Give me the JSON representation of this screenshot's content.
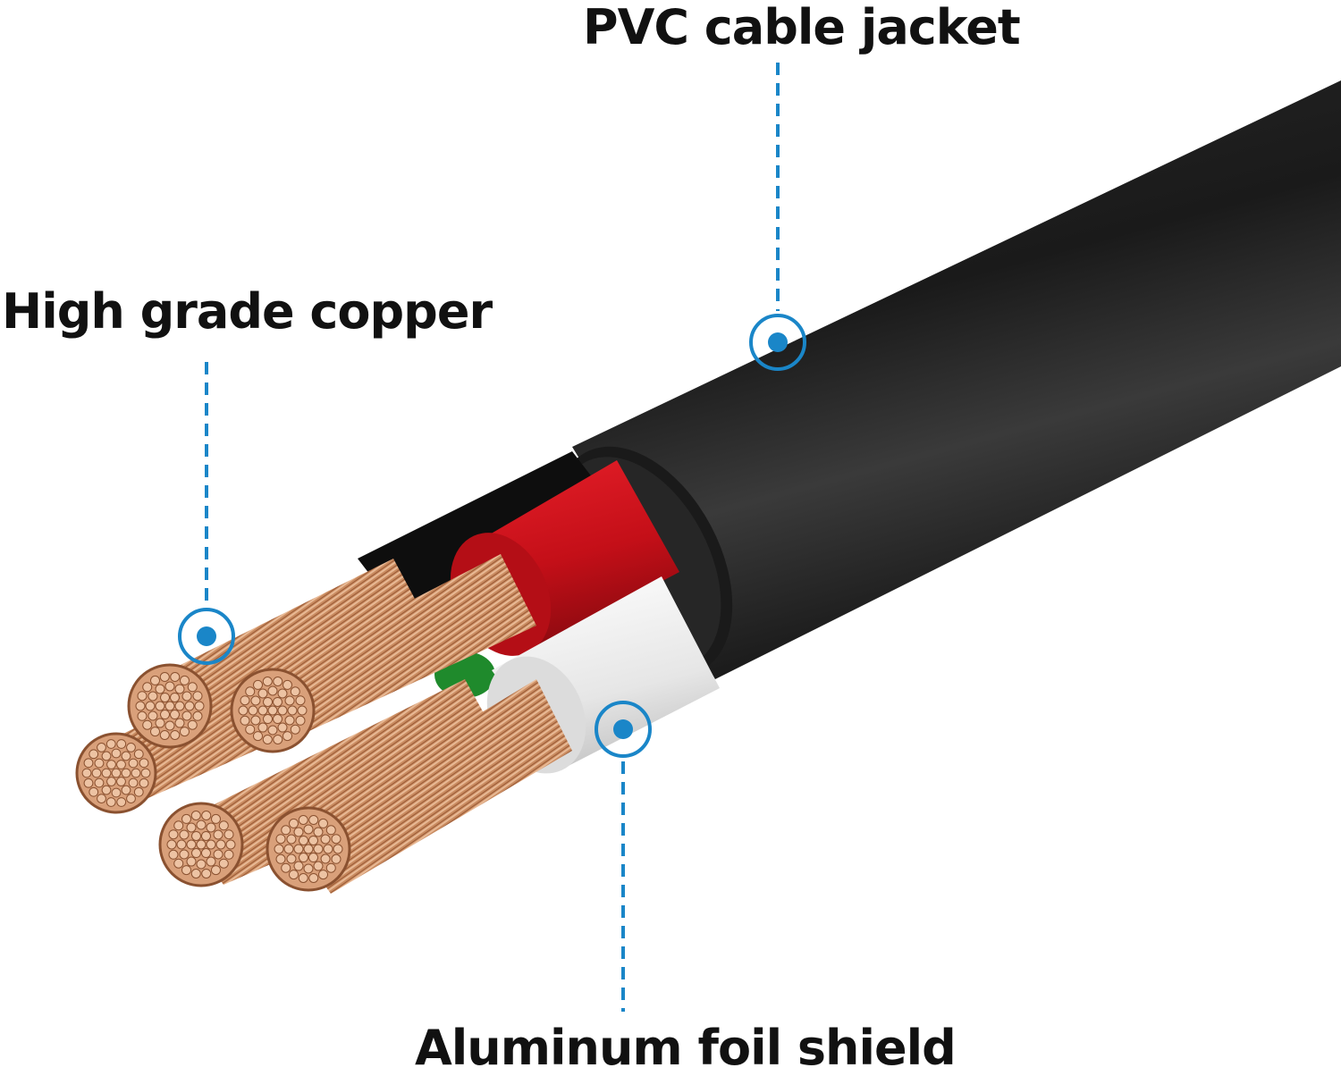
{
  "accent_color": "#1a86c8",
  "labels": {
    "jacket": "PVC cable jacket",
    "copper": "High grade copper",
    "shield": "Aluminum foil shield"
  },
  "illustration": {
    "subject": "cable-cross-section",
    "wire_colors": {
      "jacket": "#1c1c1c",
      "red_insulation": "#d4121a",
      "white_insulation": "#ebebeb",
      "black_insulation": "#111111",
      "green_insulation": "#1f8a2c",
      "copper": "#c8875a"
    }
  }
}
